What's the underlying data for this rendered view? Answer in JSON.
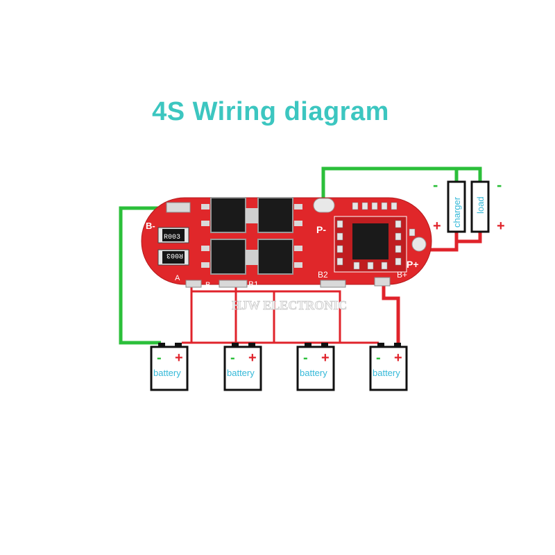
{
  "title": "4S Wiring diagram",
  "watermark": "HJW ELECTRONIC",
  "colors": {
    "title": "#3cc6c0",
    "board": "#e0272a",
    "wire_red": "#e0232b",
    "wire_green": "#2bbf3a",
    "battery_label": "#34b8d8"
  },
  "board": {
    "pad_labels": {
      "b_minus": "B-",
      "p_minus": "P-",
      "p_plus": "P+",
      "b": "B",
      "b1": "B1",
      "b2": "B2",
      "b_plus": "B+",
      "a": "A"
    },
    "resistor_marking": "R003"
  },
  "charger": {
    "label": "charger",
    "plus": "+",
    "minus": "-"
  },
  "load": {
    "label": "load",
    "plus": "+",
    "minus": "-"
  },
  "batteries": [
    {
      "label": "battery",
      "minus": "-",
      "plus": "+"
    },
    {
      "label": "battery",
      "minus": "-",
      "plus": "+"
    },
    {
      "label": "battery",
      "minus": "-",
      "plus": "+"
    },
    {
      "label": "battery",
      "minus": "-",
      "plus": "+"
    }
  ]
}
